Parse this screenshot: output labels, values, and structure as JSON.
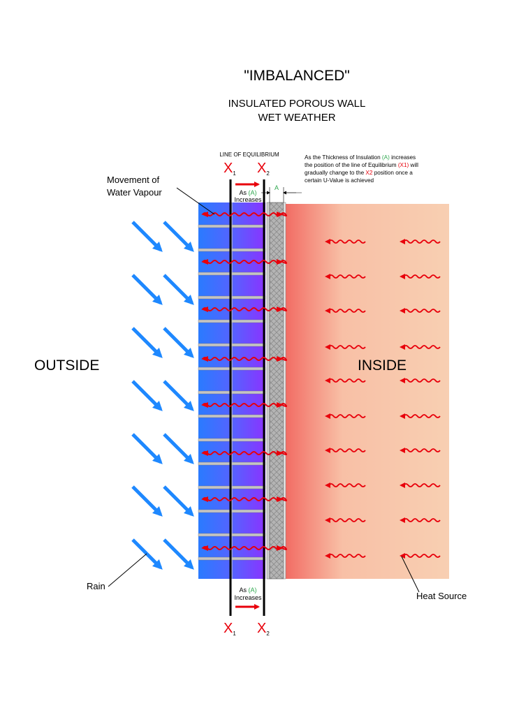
{
  "title": "\"IMBALANCED\"",
  "subtitle_line1": "INSULATED POROUS WALL",
  "subtitle_line2": "WET WEATHER",
  "line_of_equilibrium": "LINE OF EQUILIBRIUM",
  "note": {
    "line1_pre": "As the Thickness of Insulation ",
    "line1_a": "(A)",
    "line1_post": " increases",
    "line2_pre": "the position of the line of Equilibrium ",
    "line2_x1": "(X1)",
    "line2_post": " will",
    "line3": "gradually change to the ",
    "line3_x2": "X2",
    "line3_post": " position  once a",
    "line4": "certain U-Value is achieved"
  },
  "movement_label_line1": "Movement of",
  "movement_label_line2": "Water Vapour",
  "as_label": "As ",
  "a_label": "(A)",
  "increases_label": "Increases",
  "dim_label": "A",
  "x_letter": "X",
  "sub1": "1",
  "sub2": "2",
  "outside_label": "OUTSIDE",
  "inside_label": "INSIDE",
  "rain_label": "Rain",
  "heat_source_label": "Heat Source",
  "colors": {
    "red": "#e8000b",
    "green": "#2fa84f",
    "rain_blue": "#1e88ff",
    "brick_left": "#2a7bff",
    "brick_right": "#8a33ff",
    "inside_red": "#f26b63",
    "inside_peach": "#f8cfb2"
  }
}
